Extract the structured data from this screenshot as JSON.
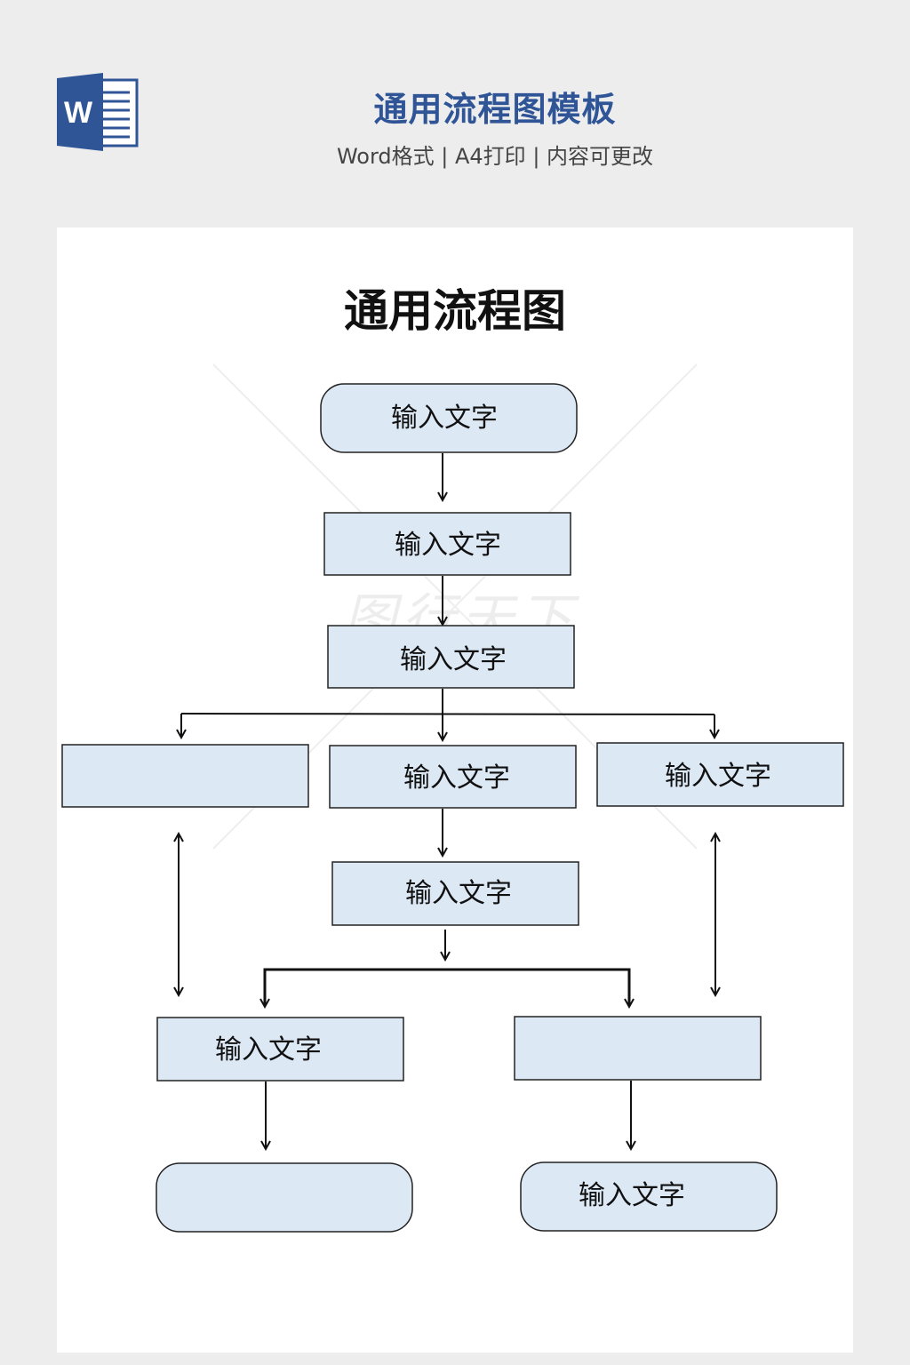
{
  "header": {
    "logo_letter": "W",
    "title": "通用流程图模板",
    "subtitle": "Word格式 | A4打印 | 内容可更改"
  },
  "document": {
    "title": "通用流程图"
  },
  "watermark": "图行天下",
  "colors": {
    "accent": "#2f5597",
    "node_fill": "#dde8f5",
    "node_stroke": "#222222"
  },
  "nodes": [
    {
      "id": "start",
      "label": "输入文字",
      "shape": "rounded"
    },
    {
      "id": "step1",
      "label": "输入文字",
      "shape": "rect"
    },
    {
      "id": "step2",
      "label": "输入文字",
      "shape": "rect"
    },
    {
      "id": "branch-left",
      "label": "",
      "shape": "rect"
    },
    {
      "id": "branch-center",
      "label": "输入文字",
      "shape": "rect"
    },
    {
      "id": "branch-right",
      "label": "输入文字",
      "shape": "rect"
    },
    {
      "id": "step3",
      "label": "输入文字",
      "shape": "rect"
    },
    {
      "id": "lower-left",
      "label": "输入文字",
      "shape": "rect"
    },
    {
      "id": "lower-right",
      "label": "",
      "shape": "rect"
    },
    {
      "id": "end-left",
      "label": "",
      "shape": "rounded"
    },
    {
      "id": "end-right",
      "label": "输入文字",
      "shape": "rounded"
    }
  ]
}
